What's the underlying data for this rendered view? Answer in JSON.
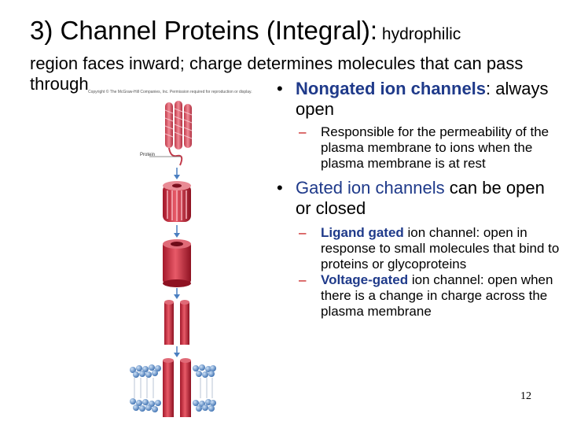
{
  "title": {
    "main": "3) Channel Proteins (Integral):",
    "small": " hydrophilic"
  },
  "subtitle": "region faces inward; charge determines molecules that can pass through",
  "copyright": "Copyright © The McGraw-Hill Companies, Inc. Permission required for reproduction or display.",
  "figure": {
    "protein_label": "Protein"
  },
  "bullets": {
    "b1": {
      "dot": "•",
      "head": "Nongated ion channels",
      "rest": ": always open"
    },
    "b1_sub": {
      "dash": "–",
      "text": "Responsible for the permeability of the plasma membrane to ions when the plasma membrane is at rest"
    },
    "b2": {
      "dot": "•",
      "head": "Gated ion channels",
      "rest": " can be open or closed"
    },
    "b2_sub1": {
      "dash": "–",
      "head": "Ligand gated",
      "rest": " ion channel: open in response to small molecules that bind to proteins or glycoproteins"
    },
    "b2_sub2": {
      "dash": "–",
      "head": "Voltage-gated",
      "rest": " ion channel: open when there is a change in charge across the plasma membrane"
    }
  },
  "page_number": "12",
  "colors": {
    "accent": "#1f3a8a",
    "dash": "#c00000",
    "protein": "#d9404f",
    "membrane": "#4a7fc1"
  }
}
